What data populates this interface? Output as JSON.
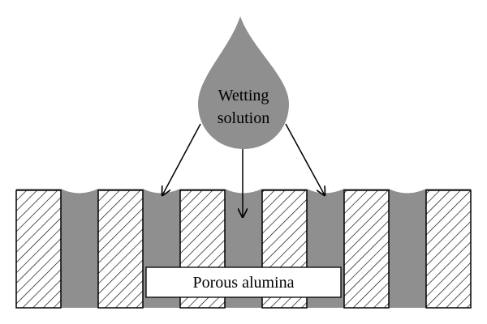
{
  "drop": {
    "label_line1": "Wetting",
    "label_line2": "solution"
  },
  "substrate": {
    "label": "Porous alumina",
    "column_count": 6
  },
  "colors": {
    "fluid": "#8f8f8f",
    "outline": "#000000",
    "background": "#ffffff"
  }
}
